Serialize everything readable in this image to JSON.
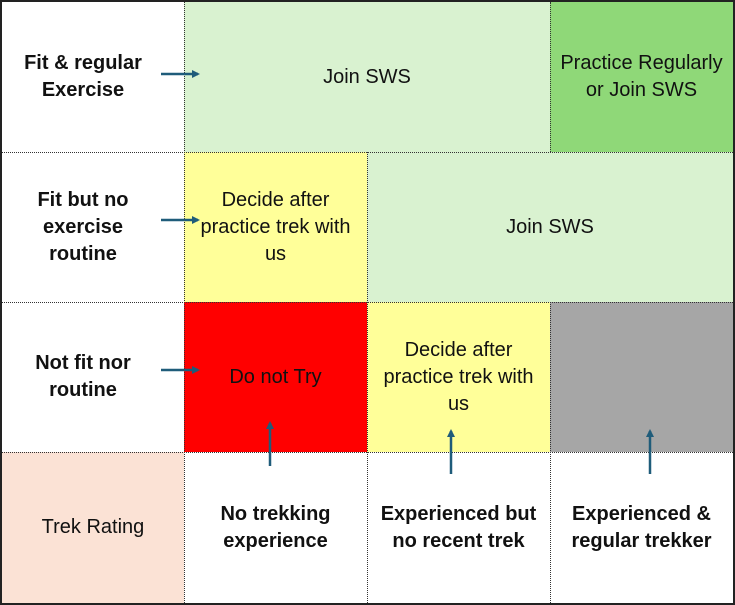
{
  "rows": {
    "fit_regular": "Fit & regular Exercise",
    "fit_no_routine": "Fit but no exercise routine",
    "not_fit": "Not fit nor routine"
  },
  "columns": {
    "header": "Trek Rating",
    "no_experience": "No trekking experience",
    "no_recent": "Experienced but no recent trek",
    "regular": "Experienced & regular trekker"
  },
  "cells": {
    "r1_join": "Join SWS",
    "r1_practice": "Practice Regularly or Join SWS",
    "r2_decide": "Decide after practice trek with us",
    "r2_join": "Join SWS",
    "r3_do_not_try": "Do not Try",
    "r3_decide": "Decide after practice trek with us",
    "r3_grey": ""
  },
  "colors": {
    "light_green": "#d9f2d0",
    "dark_green": "#8fd878",
    "yellow": "#ffff99",
    "red": "#ff0000",
    "grey": "#a6a6a6",
    "peach": "#fbe2d5",
    "arrow": "#1f5c7a"
  }
}
